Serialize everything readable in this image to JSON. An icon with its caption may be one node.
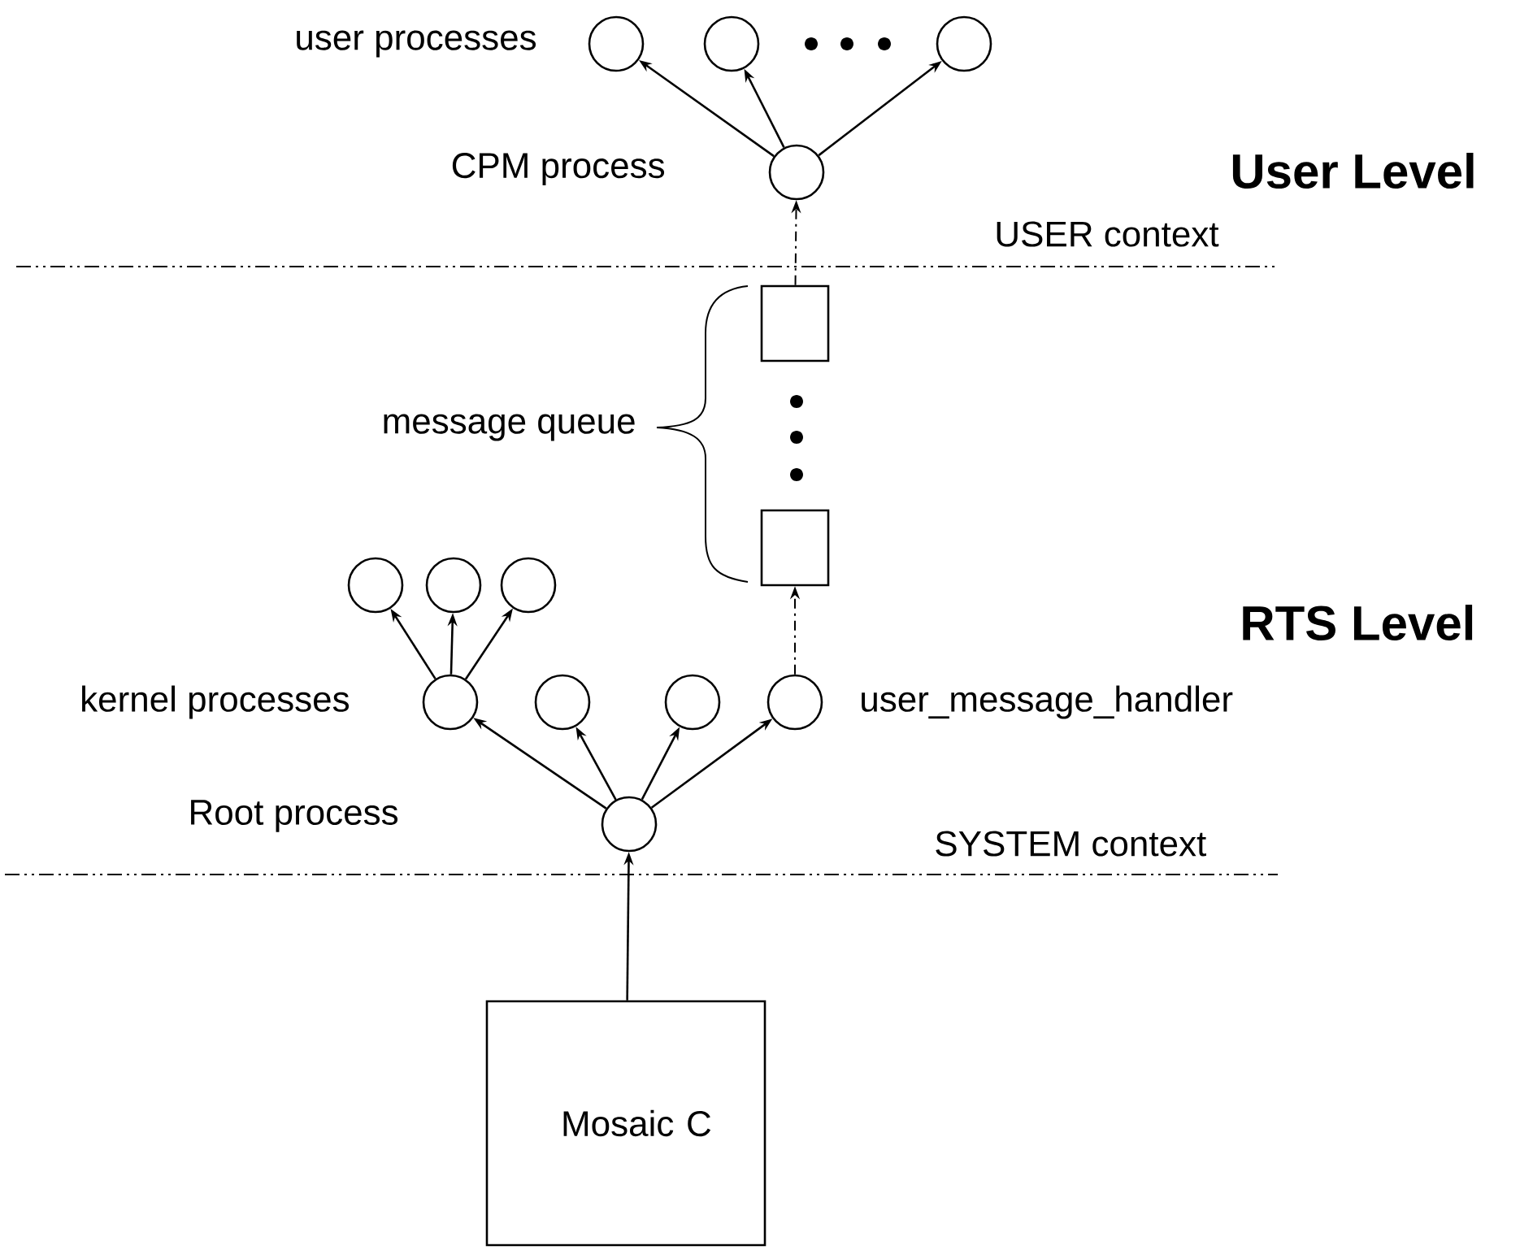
{
  "diagram": {
    "nodes": [
      {
        "text": [],
        "shape": "circle",
        "beside": [
          "user processes"
        ]
      },
      {
        "text": [],
        "shape": "circle"
      },
      {
        "text": [],
        "shape": "circle"
      },
      {
        "text": [],
        "shape": "circle",
        "beside": [
          "CPM process"
        ]
      },
      {
        "text": [],
        "shape": "box"
      },
      {
        "text": [],
        "shape": "box"
      },
      {
        "text": [],
        "shape": "circle"
      },
      {
        "text": [],
        "shape": "circle"
      },
      {
        "text": [],
        "shape": "circle"
      },
      {
        "text": [],
        "shape": "circle",
        "beside": [
          "kernel processes"
        ]
      },
      {
        "text": [],
        "shape": "circle"
      },
      {
        "text": [],
        "shape": "circle"
      },
      {
        "text": [],
        "shape": "circle",
        "beside": [
          "user_message_handler"
        ]
      },
      {
        "text": [],
        "shape": "circle"
      },
      {
        "text": [
          "Mosaic C"
        ]
      }
    ],
    "edges": [
      {
        "from": 3,
        "to": 0,
        "arrow": "to"
      },
      {
        "from": 3,
        "to": 1,
        "arrow": "to"
      },
      {
        "from": 3,
        "to": 2,
        "arrow": "to"
      },
      {
        "from": 4,
        "to": 3,
        "arrow": "to",
        "style": "dashed"
      },
      {
        "from": 12,
        "to": 5,
        "arrow": "to",
        "style": "dashed"
      },
      {
        "from": 9,
        "to": 6,
        "arrow": "to"
      },
      {
        "from": 9,
        "to": 7,
        "arrow": "to"
      },
      {
        "from": 9,
        "to": 8,
        "arrow": "to"
      },
      {
        "from": 13,
        "to": 9,
        "arrow": "to"
      },
      {
        "from": 13,
        "to": 10,
        "arrow": "to"
      },
      {
        "from": 13,
        "to": 11,
        "arrow": "to"
      },
      {
        "from": 13,
        "to": 12,
        "arrow": "to"
      },
      {
        "from": 14,
        "to": 13,
        "arrow": "to"
      }
    ],
    "labels": [
      "User Level",
      "USER context",
      "message queue",
      "RTS Level",
      "Root process",
      "SYSTEM context"
    ]
  }
}
